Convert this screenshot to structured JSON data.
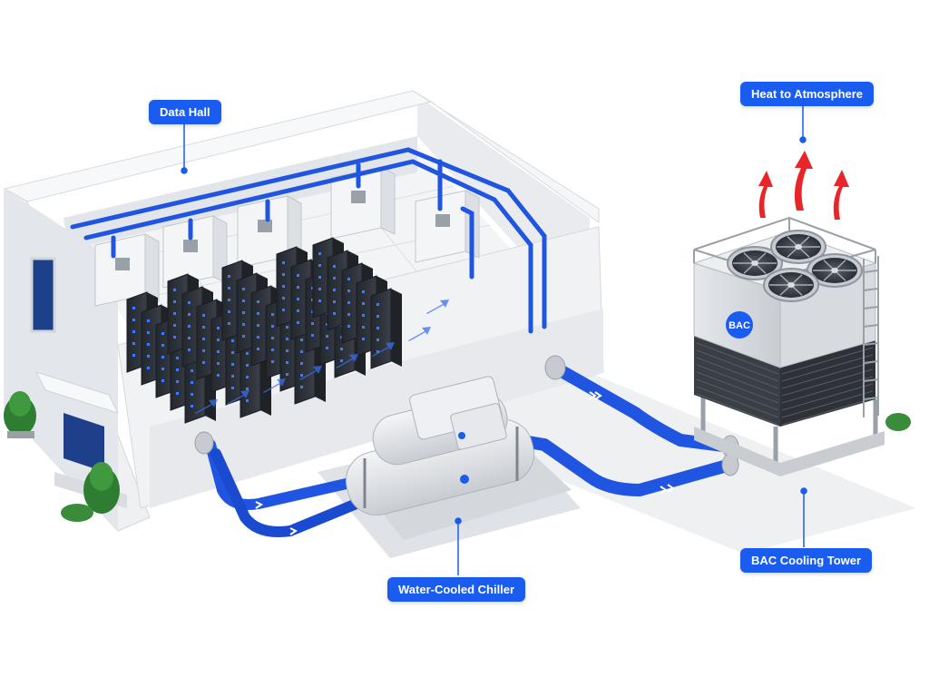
{
  "labels": {
    "data_hall": "Data Hall",
    "heat": "Heat to Atmosphere",
    "chiller": "Water-Cooled Chiller",
    "tower": "BAC Cooling Tower"
  },
  "tower_logo": "BAC",
  "colors": {
    "label_bg": "#1a5cf0",
    "pipe": "#1f55e0",
    "heat_arrow": "#e8262a",
    "rack": "#2b2f36",
    "wall": "#eceef1"
  },
  "icons": [
    "server-rack-icon",
    "chiller-unit-icon",
    "cooling-tower-fan-icon",
    "heat-arrow-icon",
    "flow-chevron-icon",
    "tree-icon"
  ]
}
